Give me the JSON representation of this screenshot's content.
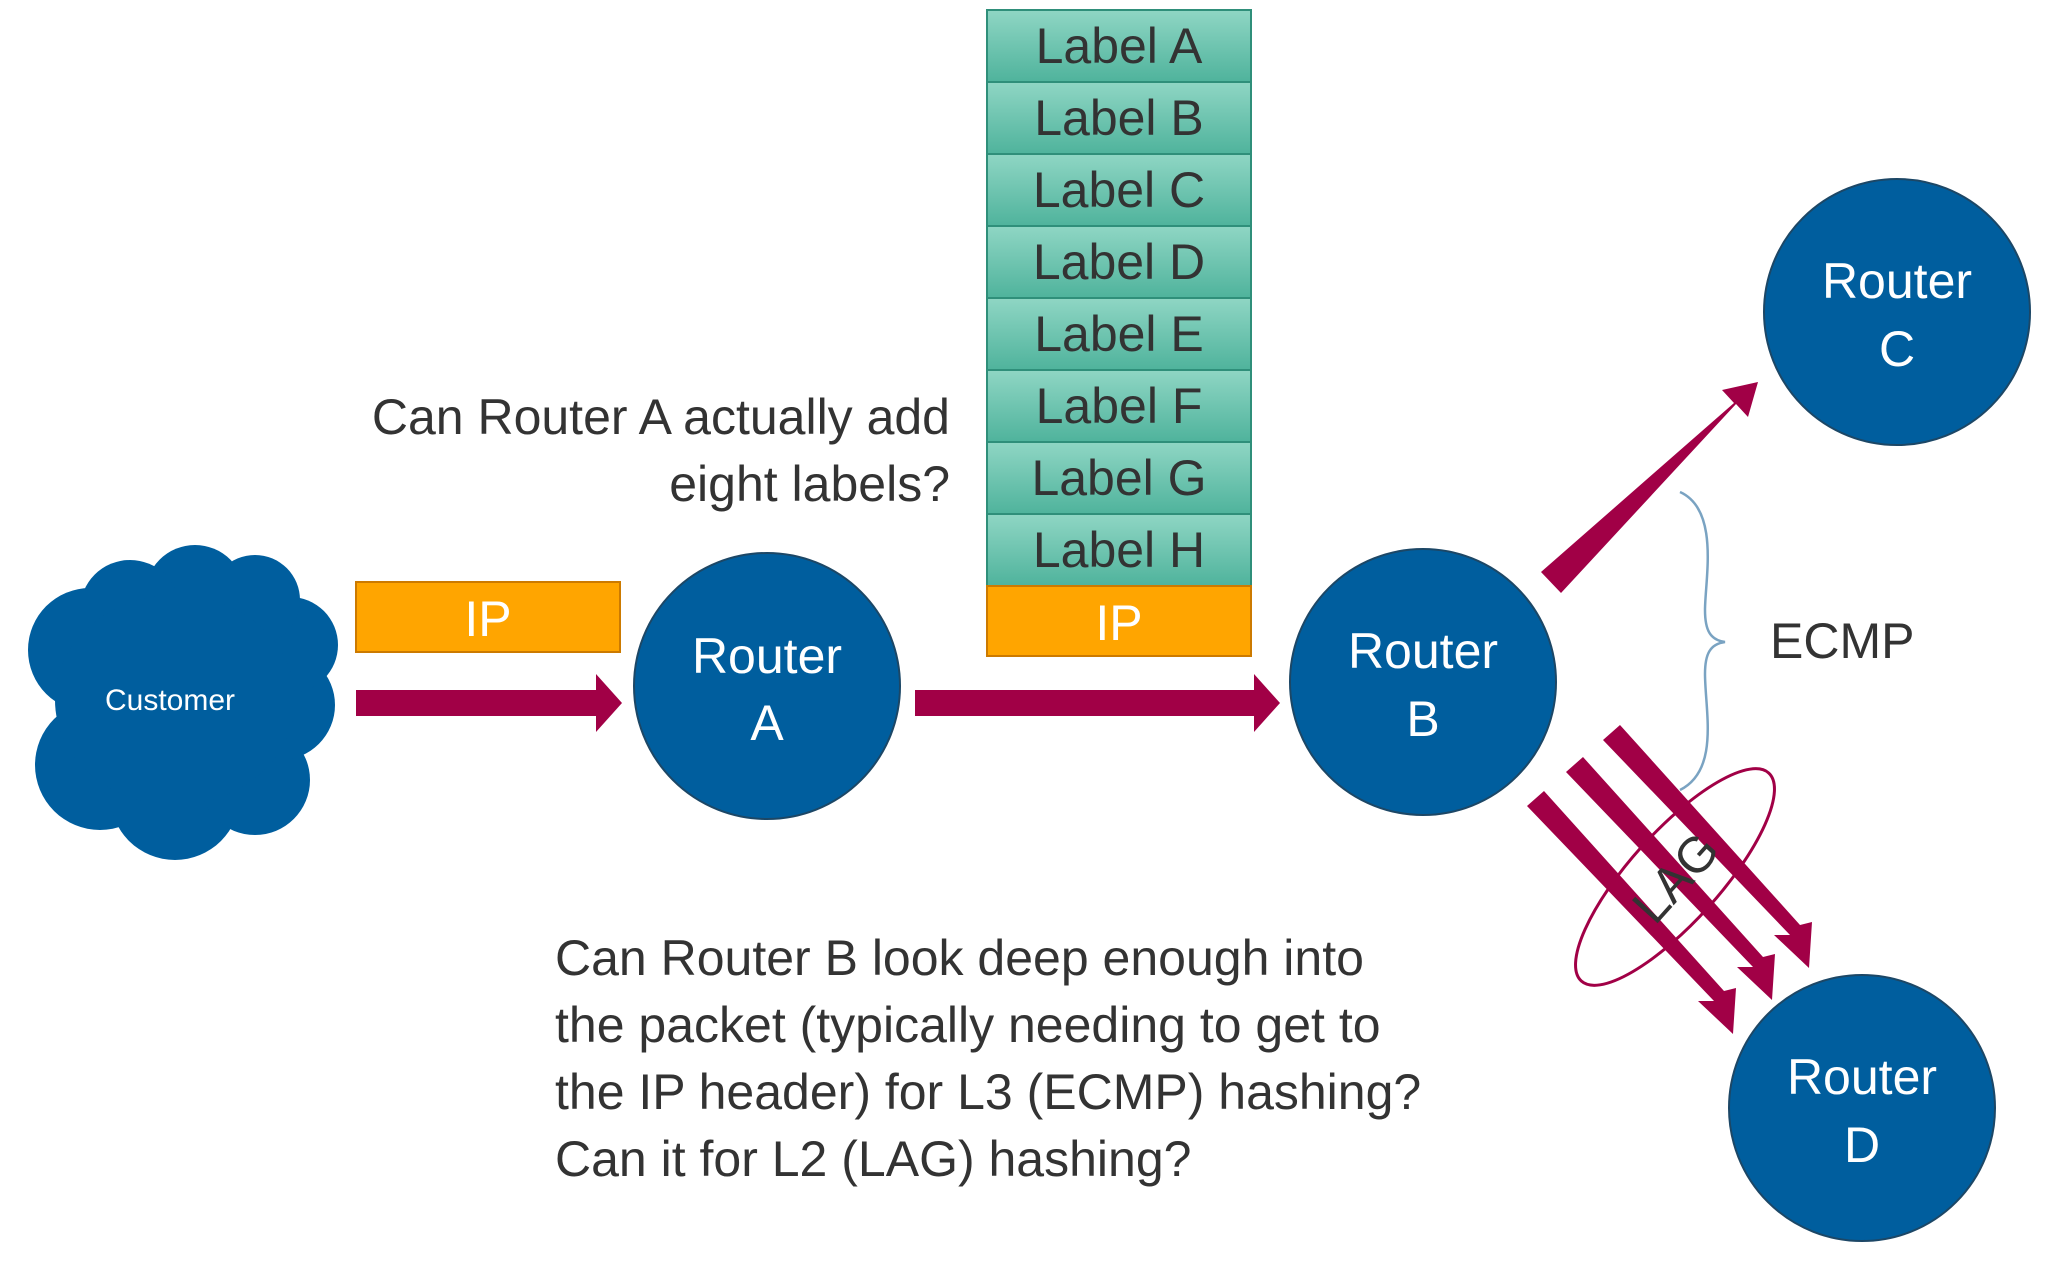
{
  "customer": {
    "label": "Customer"
  },
  "routers": [
    {
      "id": "a",
      "line1": "Router",
      "line2": "A"
    },
    {
      "id": "b",
      "line1": "Router",
      "line2": "B"
    },
    {
      "id": "c",
      "line1": "Router",
      "line2": "C"
    },
    {
      "id": "d",
      "line1": "Router",
      "line2": "D"
    }
  ],
  "packet_left": {
    "ip_label": "IP"
  },
  "label_stack": {
    "labels": [
      "Label A",
      "Label B",
      "Label C",
      "Label D",
      "Label E",
      "Label F",
      "Label G",
      "Label H"
    ],
    "ip_label": "IP"
  },
  "ecmp_label": "ECMP",
  "lag_label": "LAG",
  "question_router_a": [
    "Can Router A actually add",
    "eight labels?"
  ],
  "question_router_b": [
    "Can Router B look deep enough into",
    "the packet (typically needing to get to",
    "the IP header) for L3 (ECMP) hashing?",
    "Can it for L2 (LAG) hashing?"
  ],
  "colors": {
    "router": "#005e9e",
    "arrow": "#a10046",
    "ip_box": "#ffa500",
    "label_box": "#5cbfa8",
    "text": "#333333",
    "brace": "#7aa3c2",
    "lag_ellipse": "#a10046"
  }
}
